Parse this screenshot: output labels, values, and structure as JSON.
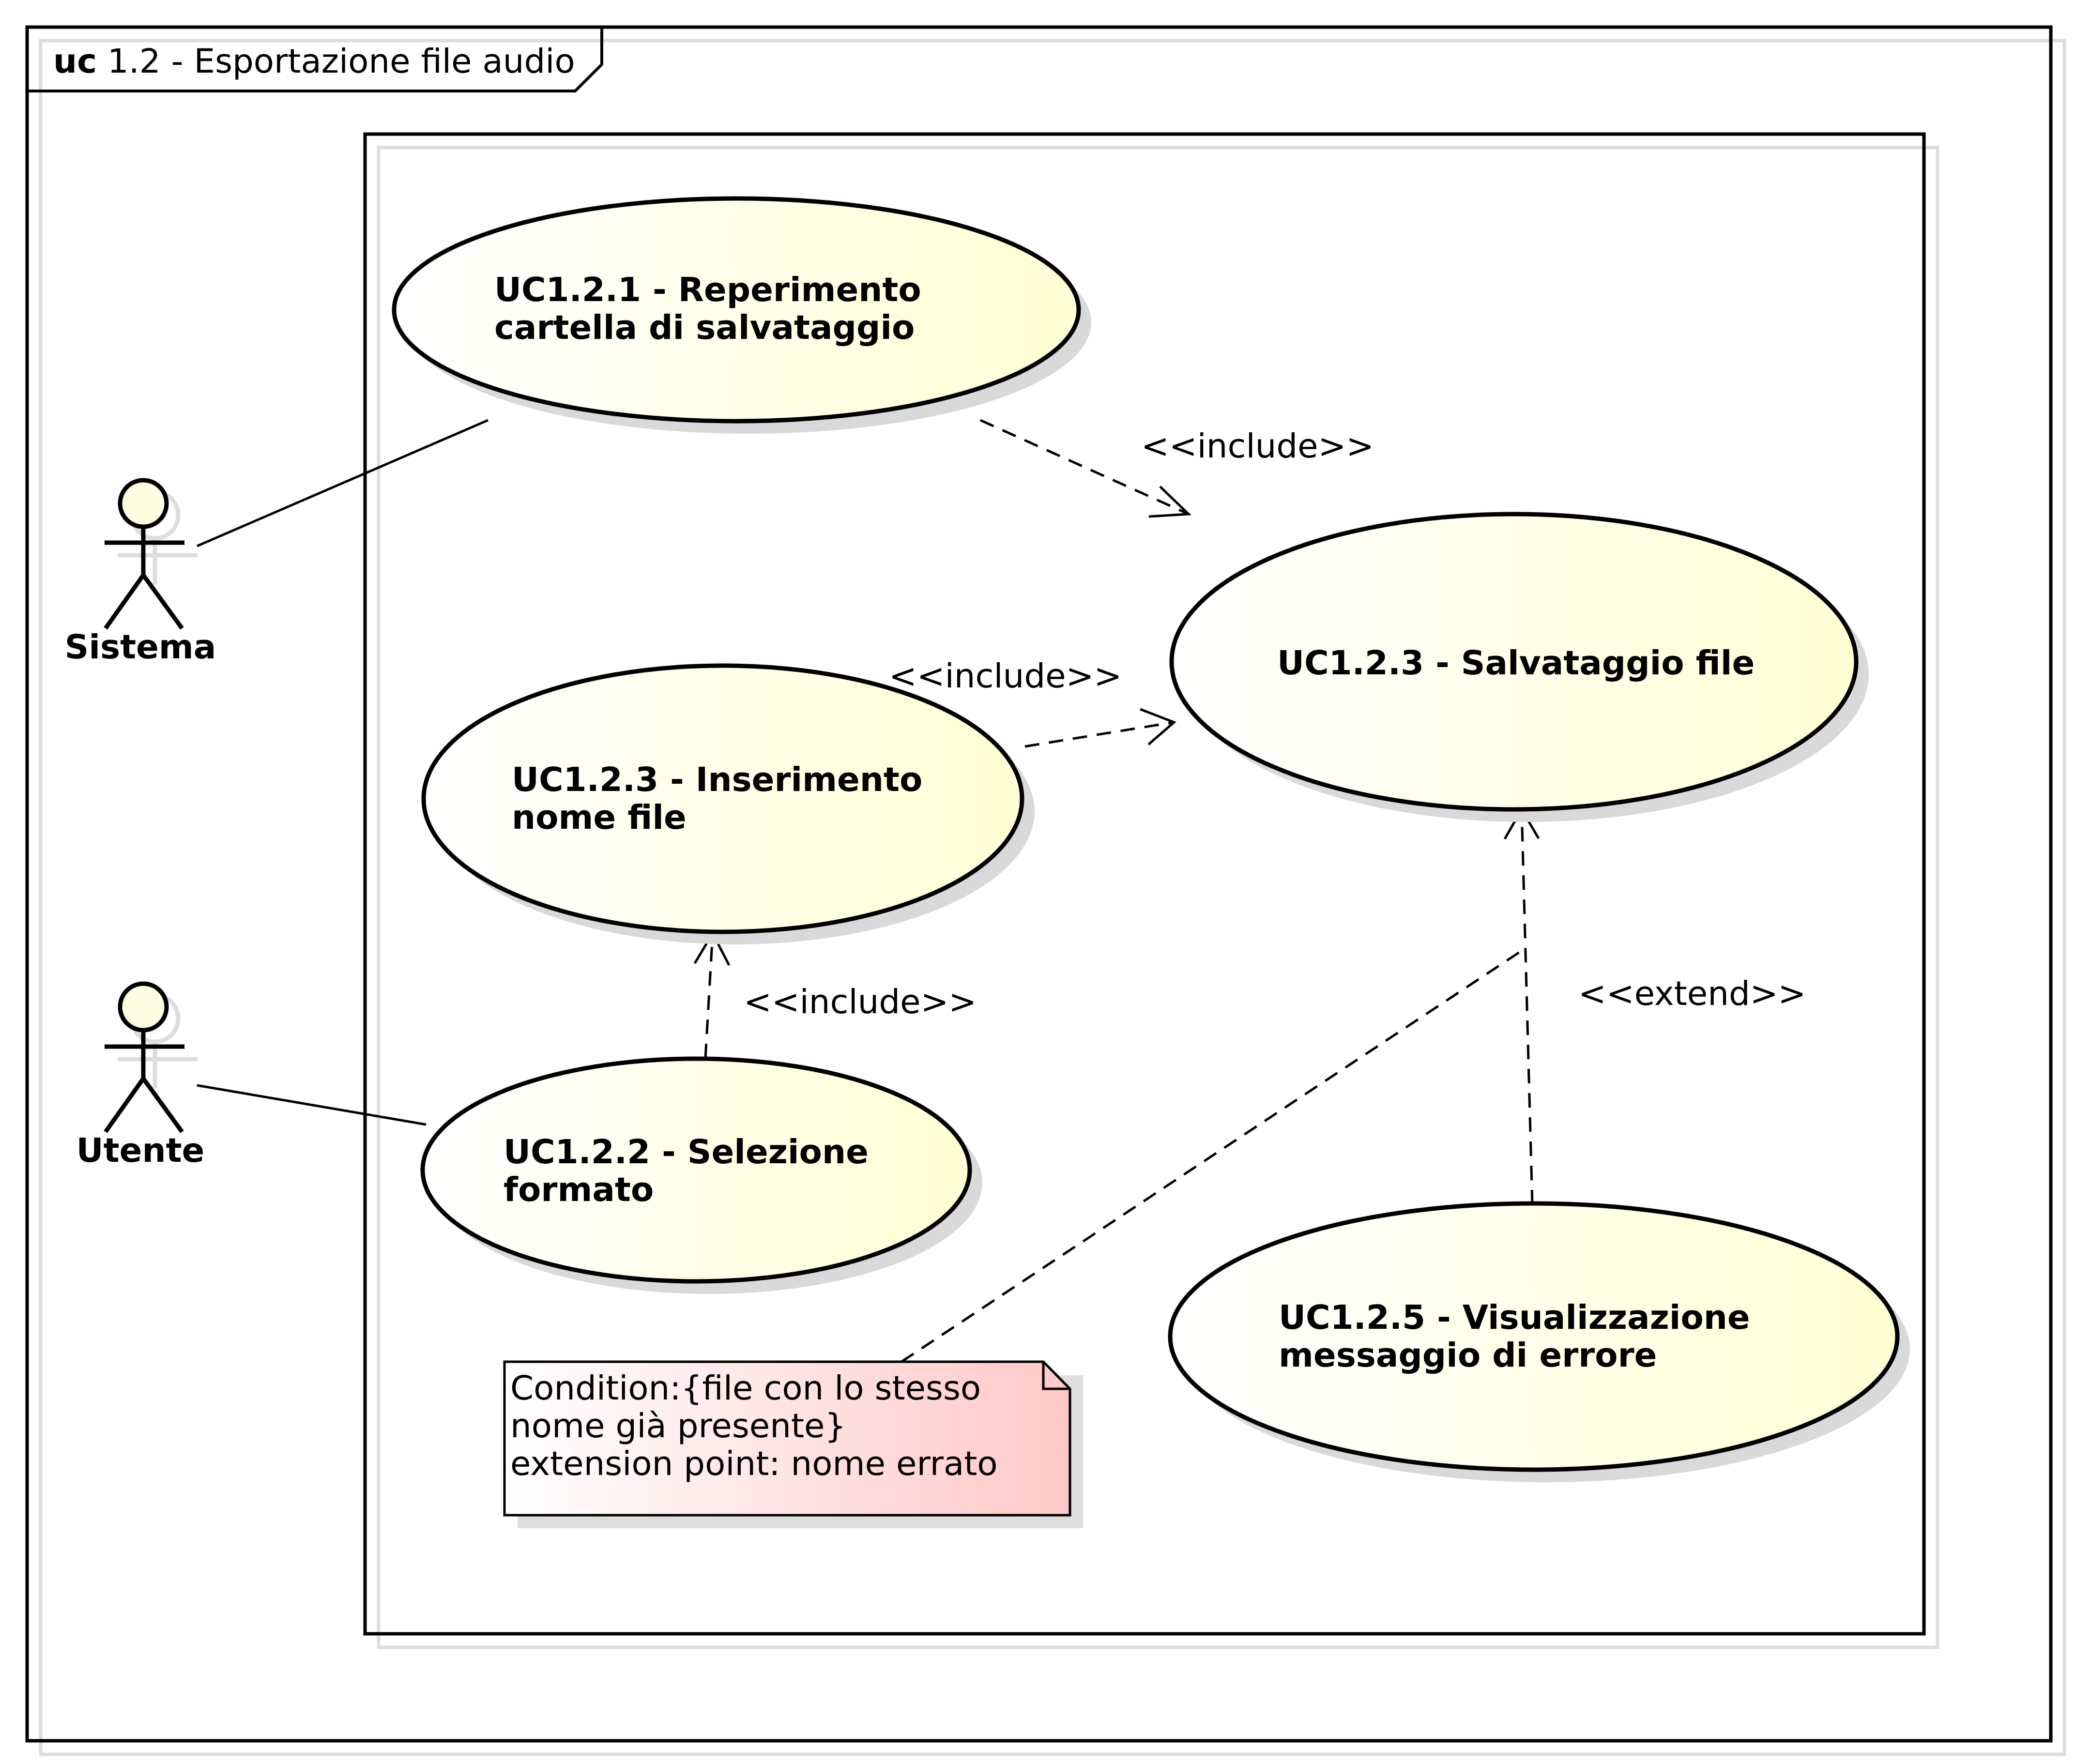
{
  "frame": {
    "keyword": "uc",
    "title": "1.2 - Esportazione file audio"
  },
  "colors": {
    "use_case_fill_start": "#ffffff",
    "use_case_fill_end": "#ffffd4",
    "note_fill_start": "#ffffff",
    "note_fill_end": "#ffc8c8",
    "shadow": "#d9d9d9",
    "stroke": "#000000"
  },
  "actors": [
    {
      "id": "sistema",
      "name": "Sistema"
    },
    {
      "id": "utente",
      "name": "Utente"
    }
  ],
  "use_cases": [
    {
      "id": "uc121",
      "lines": [
        "UC1.2.1 - Reperimento",
        "cartella di salvataggio"
      ]
    },
    {
      "id": "uc123_save",
      "lines": [
        "UC1.2.3 - Salvataggio file"
      ]
    },
    {
      "id": "uc123_name",
      "lines": [
        "UC1.2.3 - Inserimento",
        "nome file"
      ]
    },
    {
      "id": "uc122",
      "lines": [
        "UC1.2.2 - Selezione",
        "formato"
      ]
    },
    {
      "id": "uc125",
      "lines": [
        "UC1.2.5 - Visualizzazione",
        "messaggio di errore"
      ]
    }
  ],
  "relations": [
    {
      "type": "association",
      "from": "sistema",
      "to": "uc121"
    },
    {
      "type": "association",
      "from": "utente",
      "to": "uc122"
    },
    {
      "type": "include",
      "from": "uc121",
      "to": "uc123_save",
      "label": "<<include>>"
    },
    {
      "type": "include",
      "from": "uc123_name",
      "to": "uc123_save",
      "label": "<<include>>"
    },
    {
      "type": "include",
      "from": "uc122",
      "to": "uc123_name",
      "label": "<<include>>"
    },
    {
      "type": "extend",
      "from": "uc125",
      "to": "uc123_save",
      "label": "<<extend>>"
    }
  ],
  "note": {
    "lines": [
      "Condition:{file con lo stesso",
      "nome già presente}",
      "extension point: nome errato"
    ]
  }
}
